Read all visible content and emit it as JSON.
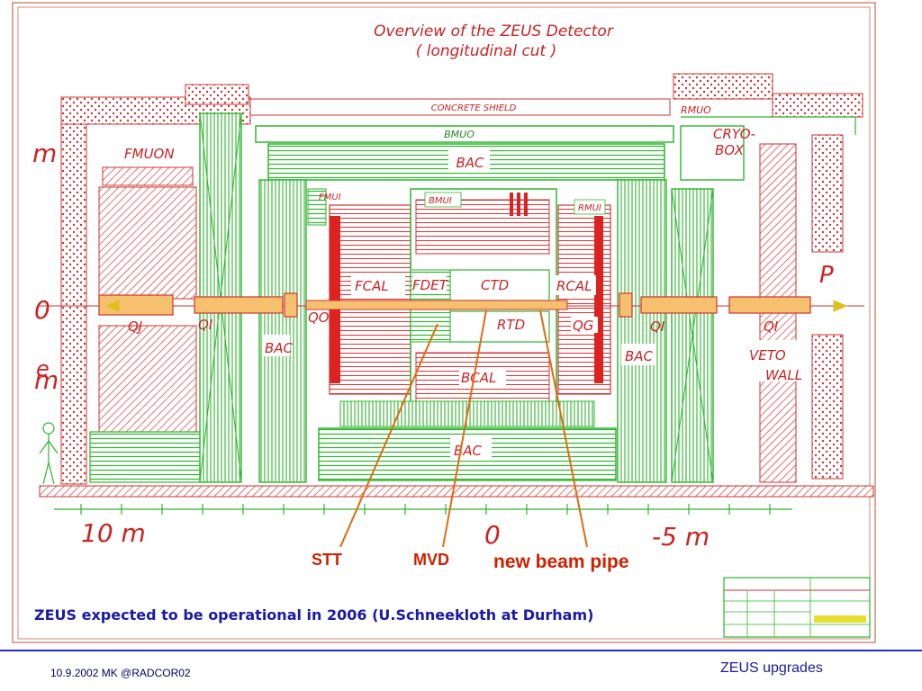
{
  "diagram": {
    "title_line1": "Overview of the ZEUS Detector",
    "title_line2": "( longitudinal cut )",
    "component_labels": {
      "concrete_shield": "CONCRETE SHIELD",
      "bmuo_top": "BMUO",
      "bac_top": "BAC",
      "fmuon": "FMUON",
      "fmui": "FMUI",
      "bmui": "BMUI",
      "rmui": "RMUI",
      "rmuo": "RMUO",
      "cryo_box": "CRYO-\nBOX",
      "cryo_line1": "CRYO-",
      "cryo_line2": "BOX",
      "fcal": "FCAL",
      "fdet": "FDET",
      "ctd": "CTD",
      "rcal": "RCAL",
      "qj": "QJ",
      "qi_left": "QI",
      "qo": "QO",
      "rtd": "RTD",
      "qg": "QG",
      "qi_right": "QI",
      "qi_far": "QI",
      "bac_left": "BAC",
      "bac_right": "BAC",
      "bcal": "BCAL",
      "bac_bottom": "BAC",
      "veto": "VETO",
      "wall": "WALL",
      "p_beam": "P",
      "e_beam": "e"
    },
    "axis_labels": {
      "m_upper": "m",
      "zero": "0",
      "m_lower": "m",
      "ten_m": "10 m",
      "zero_bottom": "0",
      "minus_five_m": "-5 m"
    }
  },
  "annotations": {
    "stt": "STT",
    "mvd": "MVD",
    "new_beam_pipe": "new beam pipe"
  },
  "caption": "ZEUS expected to be operational in 2006 (U.Schneekloth at Durham)",
  "footer": {
    "left": "10.9.2002 MK @RADCOR02",
    "right": "ZEUS upgrades"
  },
  "colors": {
    "structure_green": "#2fb52f",
    "detector_red": "#dd2222",
    "label_red": "#cc2222",
    "caption_blue": "#1a1aa6",
    "annotation_red": "#cc2200",
    "arrow_orange": "#e06a10",
    "rule_blue": "#2a2ac8"
  }
}
